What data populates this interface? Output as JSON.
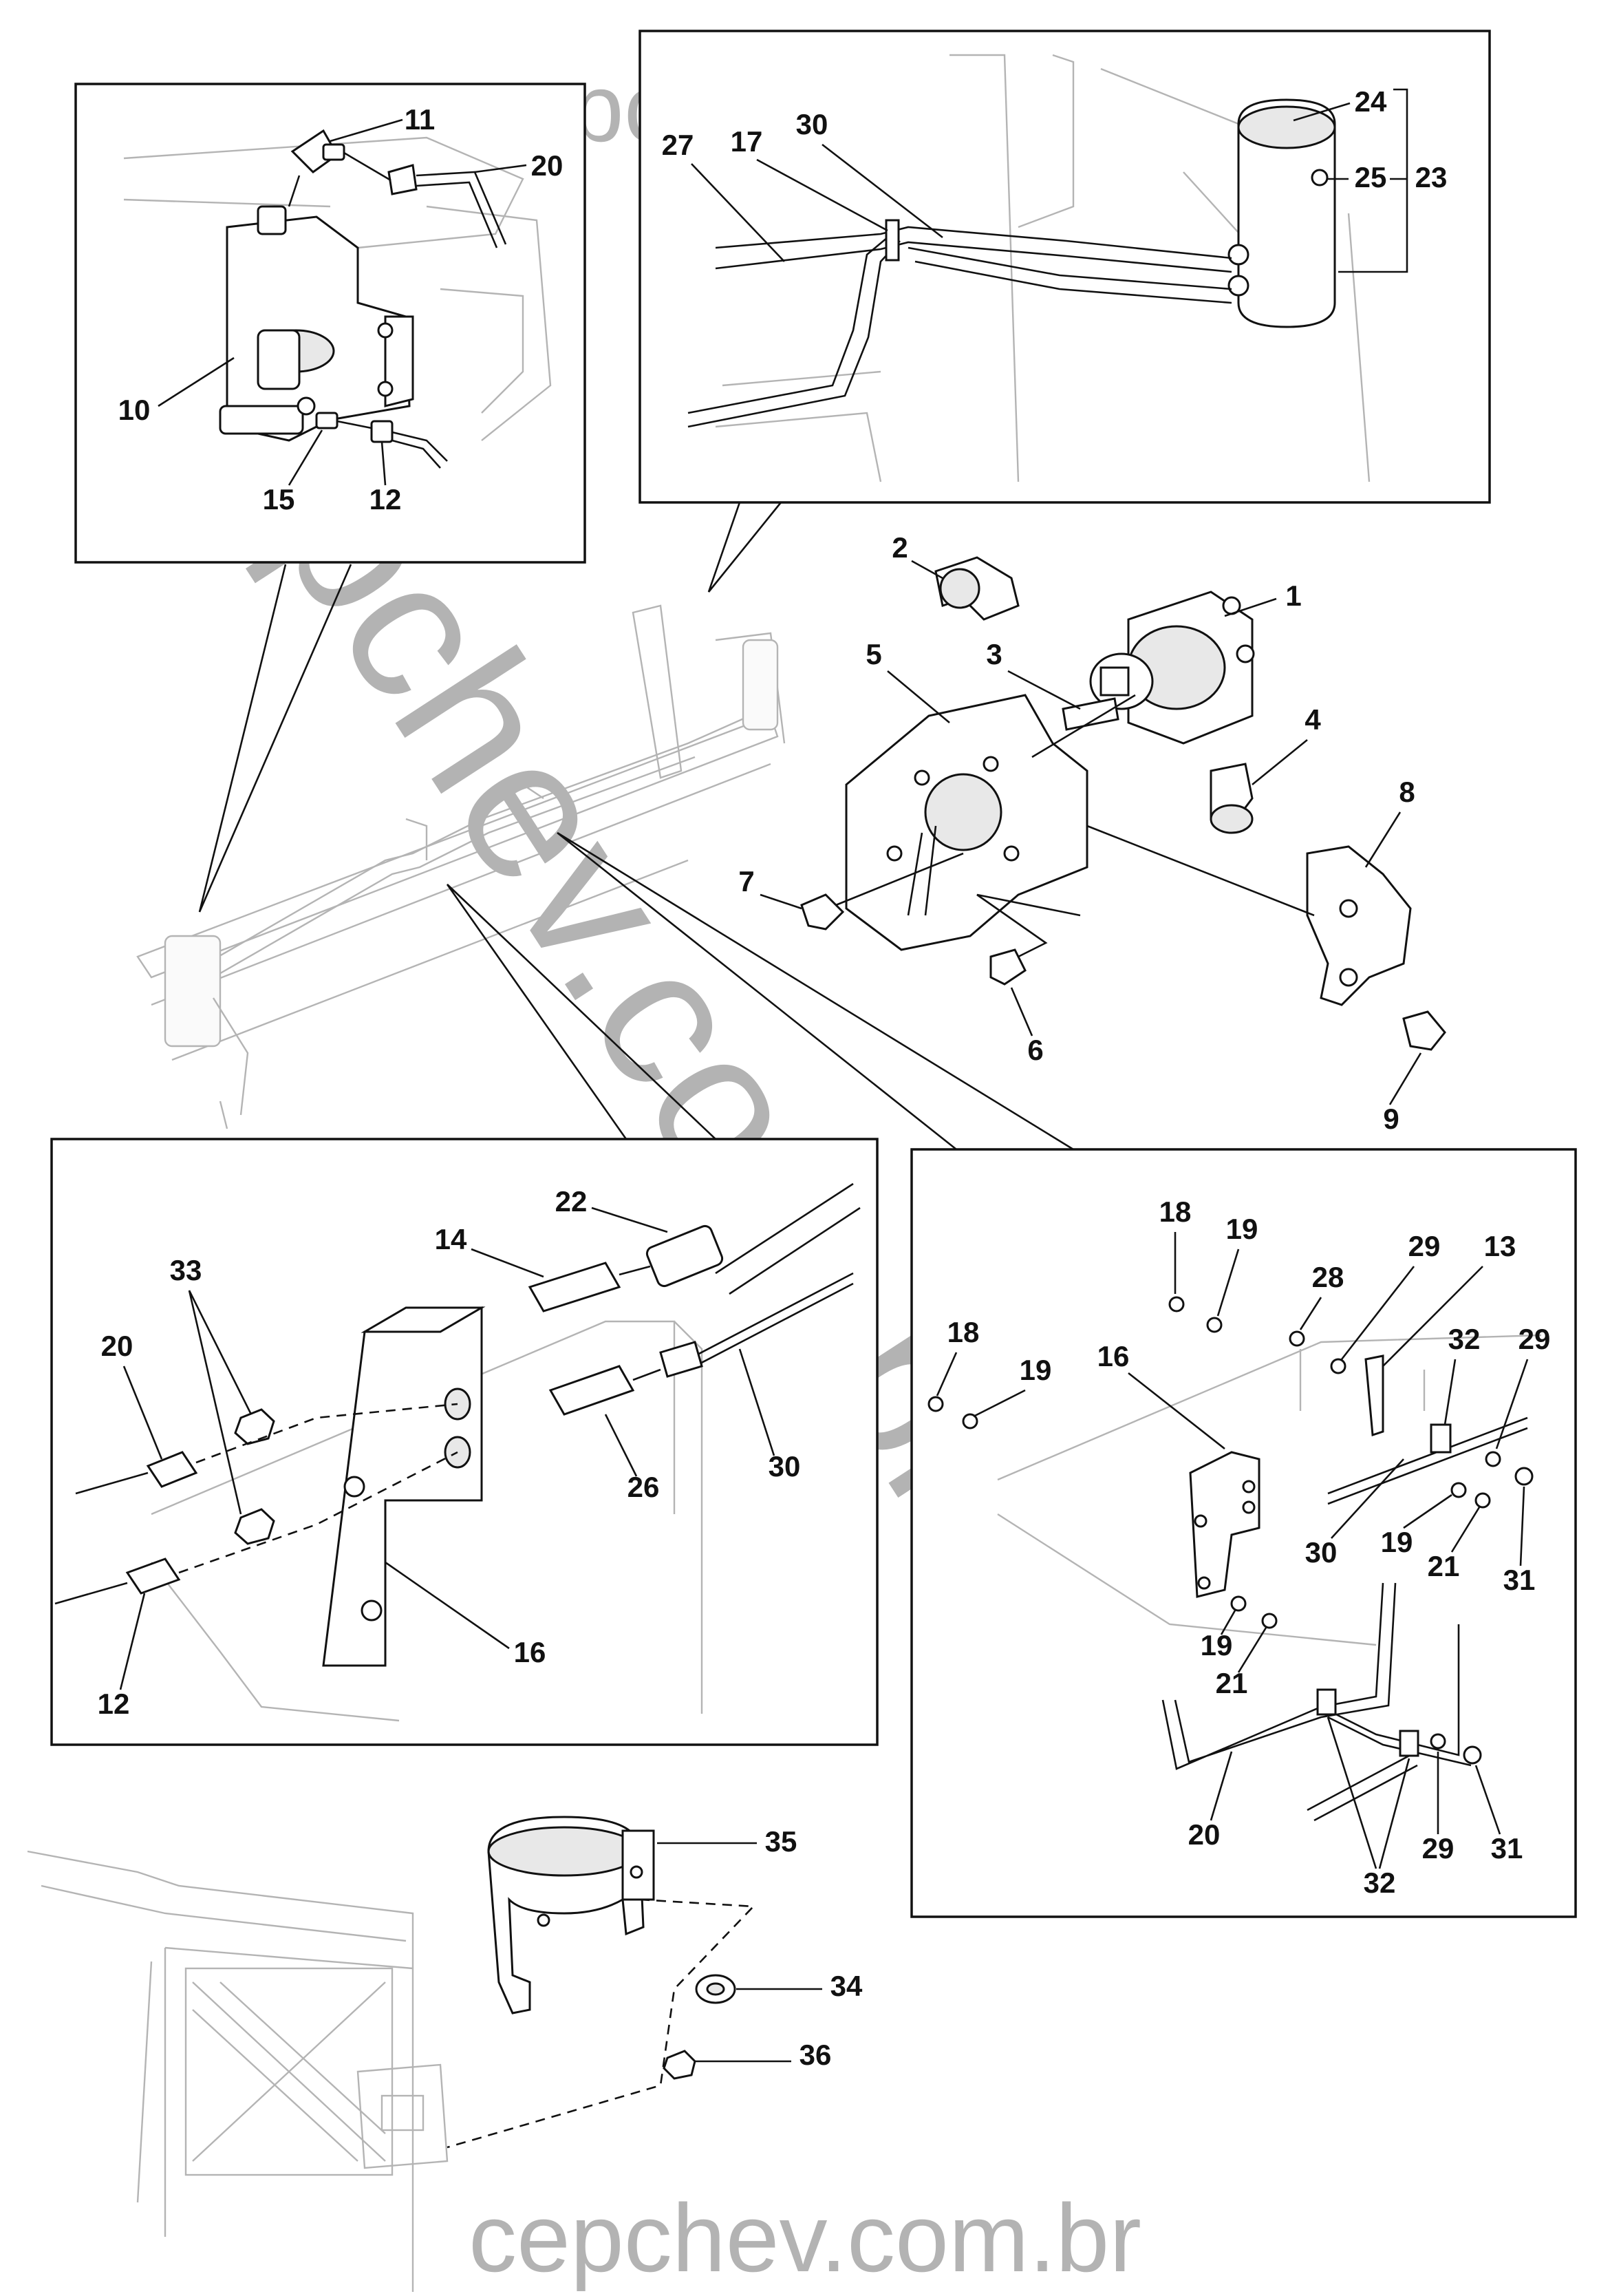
{
  "watermark": {
    "top": "cepchev.com.br",
    "diagonal": "cepchev.com.br",
    "bottom": "cepchev.com.br"
  },
  "callouts": {
    "c1": "1",
    "c2": "2",
    "c3": "3",
    "c4": "4",
    "c5": "5",
    "c6": "6",
    "c7": "7",
    "c8": "8",
    "c9": "9",
    "c10": "10",
    "c11": "11",
    "c12a": "12",
    "c12b": "12",
    "c13": "13",
    "c14": "14",
    "c15": "15",
    "c16a": "16",
    "c16b": "16",
    "c17": "17",
    "c18a": "18",
    "c18b": "18",
    "c19a": "19",
    "c19b": "19",
    "c19c": "19",
    "c19d": "19",
    "c20a": "20",
    "c20b": "20",
    "c20c": "20",
    "c21a": "21",
    "c21b": "21",
    "c22": "22",
    "c23": "23",
    "c24": "24",
    "c25": "25",
    "c26": "26",
    "c27": "27",
    "c28": "28",
    "c29a": "29",
    "c29b": "29",
    "c29c": "29",
    "c30a": "30",
    "c30b": "30",
    "c30c": "30",
    "c31a": "31",
    "c31b": "31",
    "c32a": "32",
    "c32b": "32",
    "c33": "33",
    "c34": "34",
    "c35": "35",
    "c36": "36"
  }
}
